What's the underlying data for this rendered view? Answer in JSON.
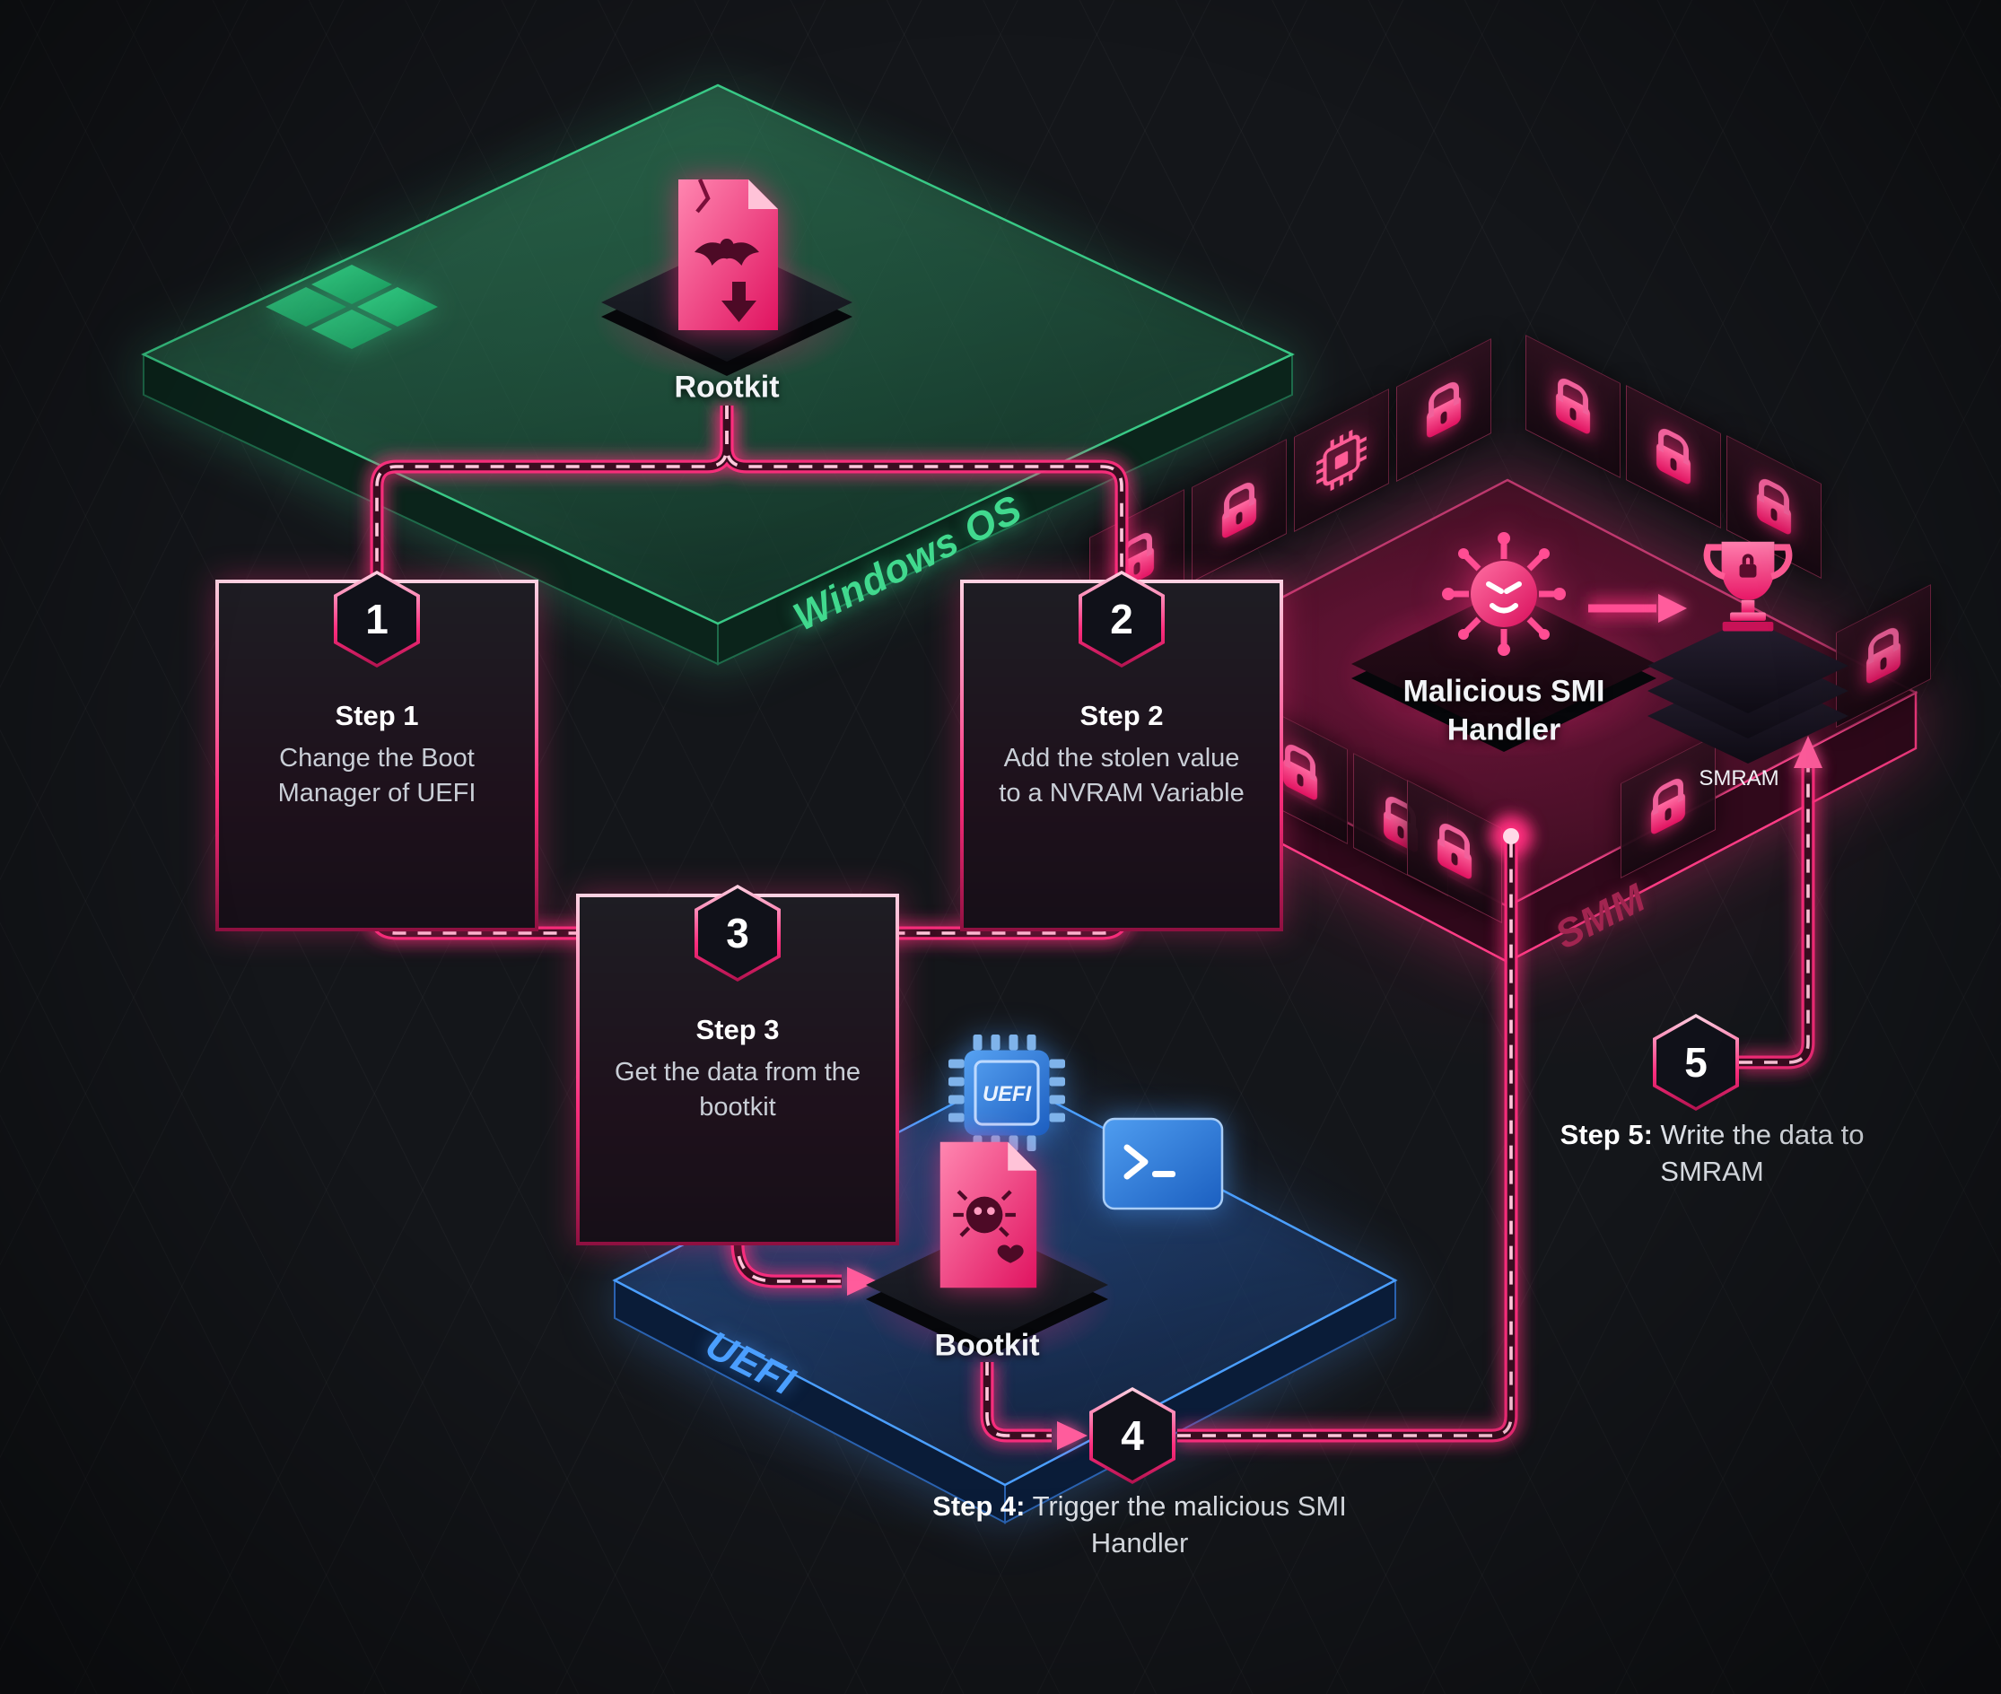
{
  "windows_platform": {
    "os_label": "Windows OS",
    "rootkit_label": "Rootkit"
  },
  "uefi_platform": {
    "label": "UEFI",
    "chip_label": "UEFI",
    "bootkit_label": "Bootkit"
  },
  "smm_platform": {
    "label": "SMM",
    "smram_label": "SMRAM",
    "handler_label": "Malicious SMI Handler"
  },
  "steps": {
    "step1": {
      "number": "1",
      "title": "Step 1",
      "text": "Change the Boot Manager of UEFI"
    },
    "step2": {
      "number": "2",
      "title": "Step 2",
      "text": "Add the stolen value to a NVRAM Variable"
    },
    "step3": {
      "number": "3",
      "title": "Step 3",
      "text": "Get the data from the bootkit"
    },
    "step4": {
      "number": "4",
      "label_bold": "Step 4:",
      "label_text": "Trigger the malicious SMI Handler"
    },
    "step5": {
      "number": "5",
      "label_bold": "Step 5:",
      "label_text": "Write the data to SMRAM"
    }
  },
  "icons": {
    "windows": "windows-logo-icon",
    "rootkit_file": "malware-file-icon",
    "bootkit_file": "malware-file-icon",
    "firmware": "uefi-chip-icon",
    "terminal": "terminal-icon",
    "smi_handler": "virus-icon",
    "goal": "trophy-icon",
    "protection": "lock-icon",
    "wall_chip": "chip-icon"
  },
  "colors": {
    "background": "#14161a",
    "accent_pink": "#ff2e7e",
    "accent_green": "#3ddc97",
    "accent_blue": "#4b9fff"
  }
}
